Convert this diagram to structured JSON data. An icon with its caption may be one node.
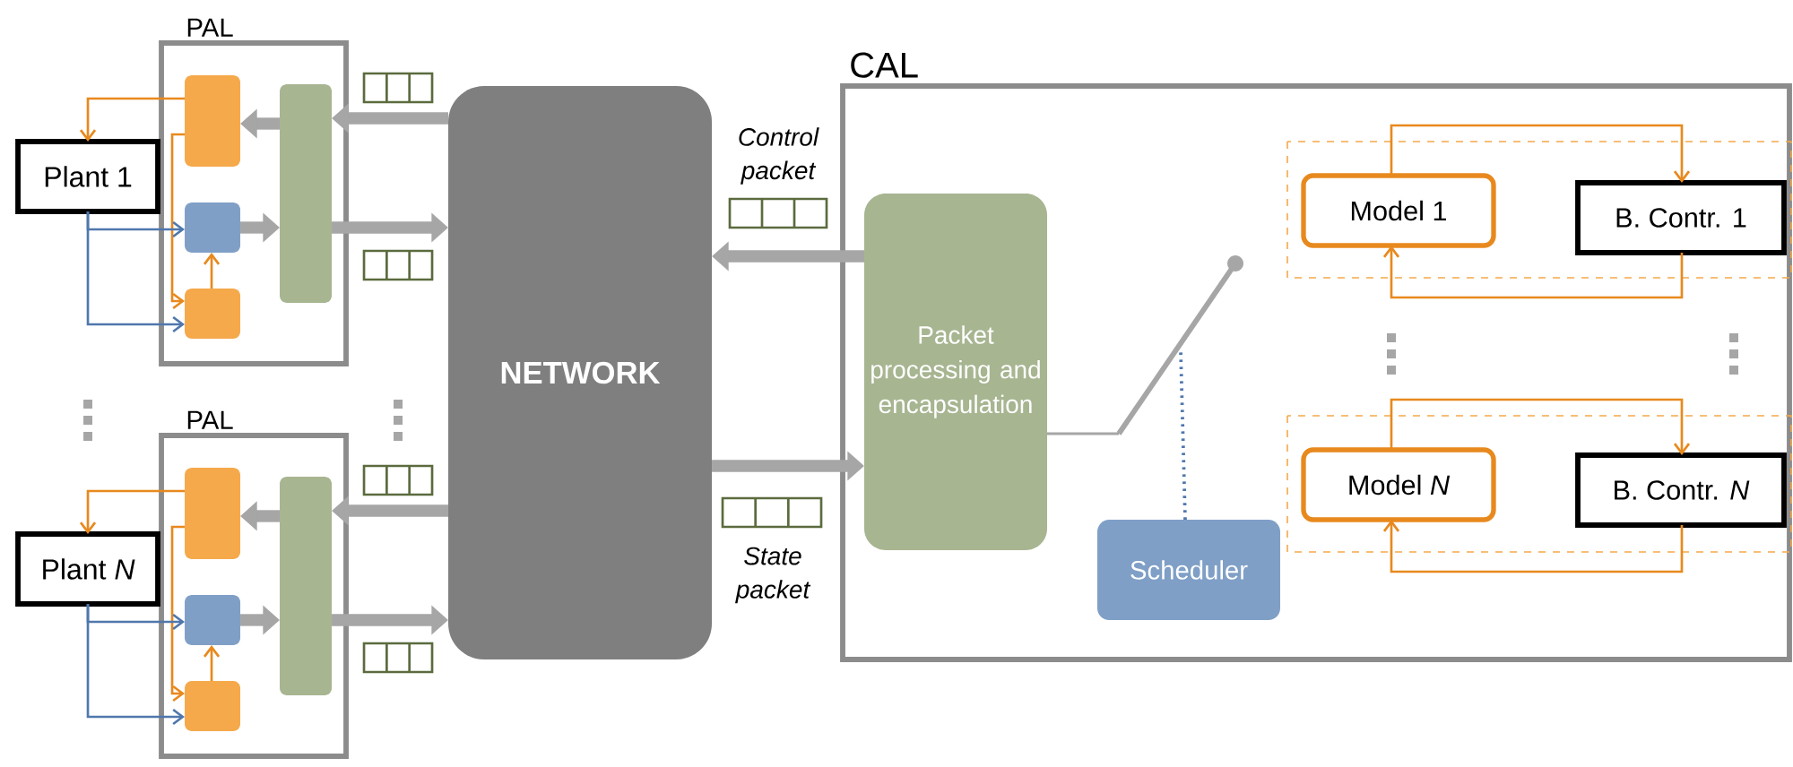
{
  "diagram": {
    "nodes": [
      {
        "text": [
          "PAL"
        ]
      },
      {
        "text": [],
        "shape": "box",
        "in": 0
      },
      {
        "text": [],
        "shape": "box",
        "in": 0
      },
      {
        "text": [],
        "shape": "box",
        "in": 0
      },
      {
        "text": [],
        "shape": "bar",
        "in": 0
      },
      {
        "text": [
          "Plant 1"
        ]
      },
      {
        "text": [
          "PAL"
        ]
      },
      {
        "text": [],
        "shape": "box",
        "in": 6
      },
      {
        "text": [],
        "shape": "box",
        "in": 6
      },
      {
        "text": [],
        "shape": "box",
        "in": 6
      },
      {
        "text": [],
        "shape": "bar",
        "in": 6
      },
      {
        "text": [
          "Plant *N*"
        ]
      },
      {
        "text": [
          "NETWORK"
        ]
      },
      {
        "text": [
          "CAL"
        ]
      },
      {
        "text": [
          "Packet processing and encapsulation"
        ],
        "in": 13
      },
      {
        "text": [
          "Scheduler"
        ],
        "in": 13
      },
      {
        "text": [
          "Model 1"
        ],
        "in": 13
      },
      {
        "text": [
          "B. Contr. 1"
        ],
        "in": 13
      },
      {
        "text": [
          "Model *N*"
        ],
        "in": 13
      },
      {
        "text": [
          "B. Contr. *N*"
        ],
        "in": 13
      },
      {
        "text": [],
        "shape": "switch",
        "in": 13
      }
    ],
    "edges": [
      {
        "from": 1,
        "to": 5,
        "arrow": "to",
        "color": "#e8891e"
      },
      {
        "from": 1,
        "to": 3,
        "arrow": "to",
        "color": "#e8891e"
      },
      {
        "from": 5,
        "to": 2,
        "arrow": "to",
        "color": "#4f77ad"
      },
      {
        "from": 5,
        "to": 3,
        "arrow": "to",
        "color": "#4f77ad"
      },
      {
        "from": 3,
        "to": 2,
        "arrow": "to",
        "color": "#e8891e"
      },
      {
        "from": 2,
        "to": 4,
        "arrow": "to",
        "style": "thick",
        "color": "#a6a6a6"
      },
      {
        "from": 4,
        "to": 1,
        "arrow": "to",
        "style": "thick",
        "color": "#a6a6a6"
      },
      {
        "from": 12,
        "to": 4,
        "arrow": "to",
        "style": "thick",
        "color": "#a6a6a6"
      },
      {
        "from": 4,
        "to": 12,
        "arrow": "to",
        "style": "thick",
        "color": "#a6a6a6"
      },
      {
        "from": 7,
        "to": 11,
        "arrow": "to",
        "color": "#e8891e"
      },
      {
        "from": 7,
        "to": 9,
        "arrow": "to",
        "color": "#e8891e"
      },
      {
        "from": 11,
        "to": 8,
        "arrow": "to",
        "color": "#4f77ad"
      },
      {
        "from": 11,
        "to": 9,
        "arrow": "to",
        "color": "#4f77ad"
      },
      {
        "from": 9,
        "to": 8,
        "arrow": "to",
        "color": "#e8891e"
      },
      {
        "from": 8,
        "to": 10,
        "arrow": "to",
        "style": "thick",
        "color": "#a6a6a6"
      },
      {
        "from": 10,
        "to": 7,
        "arrow": "to",
        "style": "thick",
        "color": "#a6a6a6"
      },
      {
        "from": 12,
        "to": 10,
        "arrow": "to",
        "style": "thick",
        "color": "#a6a6a6"
      },
      {
        "from": 10,
        "to": 12,
        "arrow": "to",
        "style": "thick",
        "color": "#a6a6a6"
      },
      {
        "from": 14,
        "to": 12,
        "arrow": "to",
        "style": "thick",
        "color": "#a6a6a6"
      },
      {
        "from": 12,
        "to": 14,
        "arrow": "to",
        "style": "thick",
        "color": "#a6a6a6"
      },
      {
        "from": 16,
        "to": 17,
        "arrow": "to",
        "color": "#e8891e"
      },
      {
        "from": 17,
        "to": 16,
        "arrow": "to",
        "color": "#e8891e"
      },
      {
        "from": 18,
        "to": 19,
        "arrow": "to",
        "color": "#e8891e"
      },
      {
        "from": 19,
        "to": 18,
        "arrow": "to",
        "color": "#e8891e"
      },
      {
        "from": 14,
        "to": 20,
        "arrow": "none",
        "color": "#a6a6a6"
      },
      {
        "from": 15,
        "to": 20,
        "arrow": "none",
        "style": "dashed",
        "color": "#4f77ad"
      }
    ],
    "labels": [
      "Control packet",
      "State packet"
    ]
  }
}
